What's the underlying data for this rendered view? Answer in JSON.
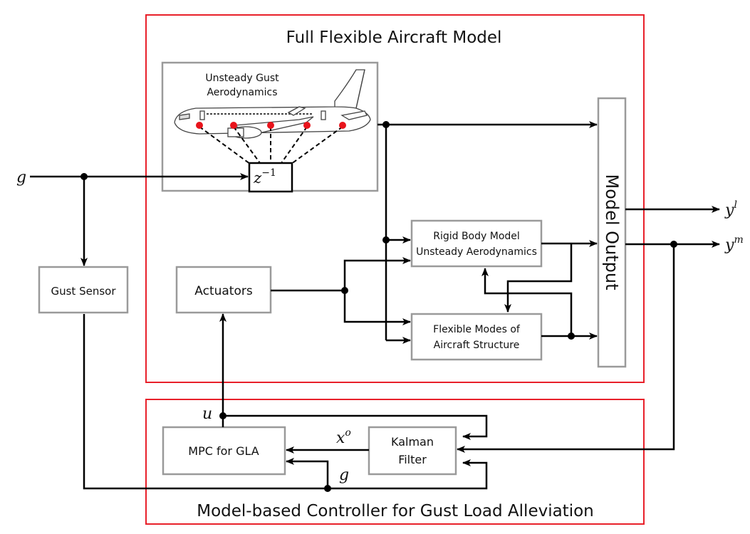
{
  "colors": {
    "frame": "#e8202a",
    "block": "#9a9a9a",
    "line": "#000000",
    "dot": "#e8141c"
  },
  "titles": {
    "aircraft_model": "Full Flexible Aircraft Model",
    "controller": "Model-based Controller for Gust Load Alleviation"
  },
  "blocks": {
    "gust_aero_line1": "Unsteady Gust",
    "gust_aero_line2": "Aerodynamics",
    "delay": "z",
    "delay_exp": "−1",
    "rigid_line1": "Rigid Body Model",
    "rigid_line2": "Unsteady Aerodynamics",
    "flex_line1": "Flexible Modes of",
    "flex_line2": "Aircraft Structure",
    "actuators": "Actuators",
    "gust_sensor": "Gust Sensor",
    "model_output": "Model Output",
    "mpc": "MPC for GLA",
    "kalman_line1": "Kalman",
    "kalman_line2": "Filter"
  },
  "signals": {
    "g_input": "g",
    "y_l": "y",
    "y_l_sup": "l",
    "y_m": "y",
    "y_m_sup": "m",
    "u": "u",
    "x_o": "x",
    "x_o_sup": "o",
    "g_ctrl": "g"
  },
  "icons": {
    "aircraft": "aircraft-icon"
  }
}
